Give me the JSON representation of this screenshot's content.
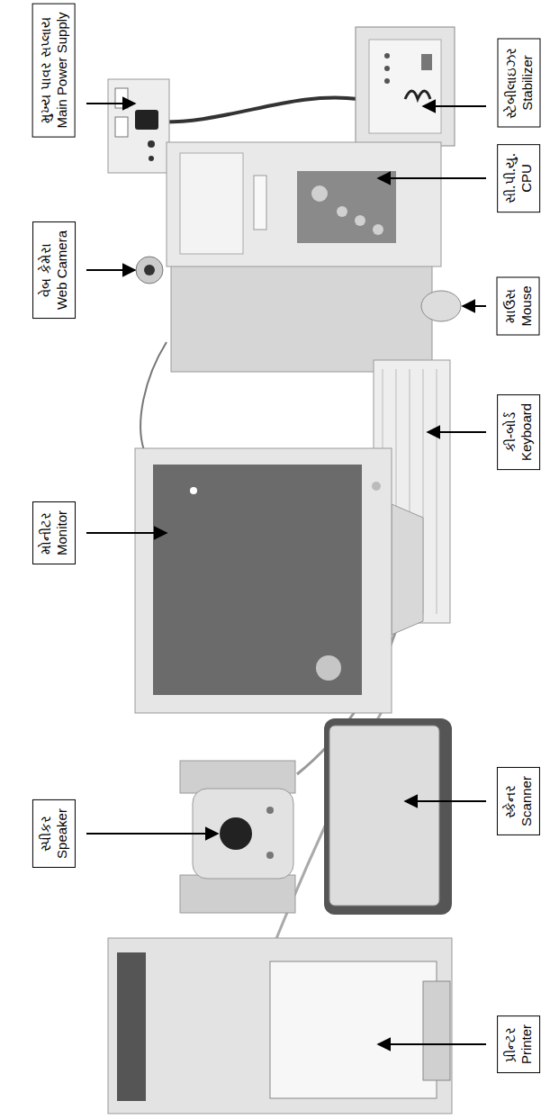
{
  "diagram": {
    "nodes": [
      {
        "text": [
          "મુખ્ય પાવર સપ્લાય",
          "Main Power Supply"
        ]
      },
      {
        "text": [
          "સ્ટેબીલાઇઝર",
          "Stabilizer"
        ]
      },
      {
        "text": [
          "સી.પી.યુ.",
          "CPU"
        ]
      },
      {
        "text": [
          "વેબ કેમેરા",
          "Web Camera"
        ]
      },
      {
        "text": [
          "માઉસ",
          "Mouse"
        ]
      },
      {
        "text": [
          "કી-બોર્ડ",
          "Keyboard"
        ]
      },
      {
        "text": [
          "મોનીટર",
          "Monitor"
        ]
      },
      {
        "text": [
          "સ્કેનર",
          "Scanner"
        ]
      },
      {
        "text": [
          "સ્પીકર",
          "Speaker"
        ]
      },
      {
        "text": [
          "પ્રીન્ટર",
          "Printer"
        ]
      }
    ]
  }
}
